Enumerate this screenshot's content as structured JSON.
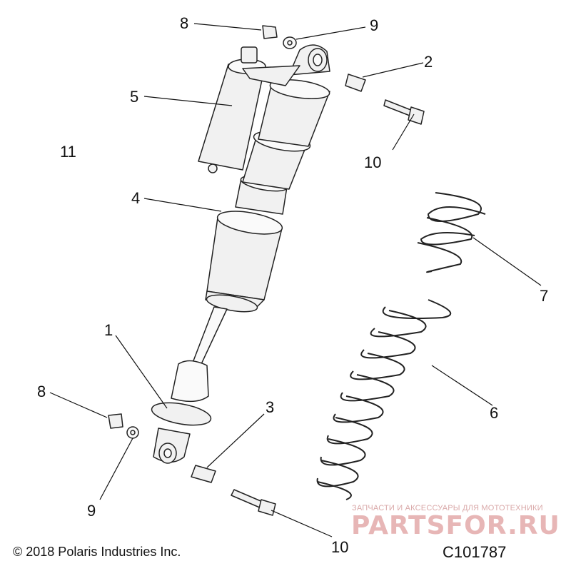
{
  "diagram": {
    "callouts": [
      {
        "id": "c8-top",
        "label": "8"
      },
      {
        "id": "c9-top",
        "label": "9"
      },
      {
        "id": "c2",
        "label": "2"
      },
      {
        "id": "c5",
        "label": "5"
      },
      {
        "id": "c11",
        "label": "11"
      },
      {
        "id": "c10-top",
        "label": "10"
      },
      {
        "id": "c4",
        "label": "4"
      },
      {
        "id": "c7",
        "label": "7"
      },
      {
        "id": "c1",
        "label": "1"
      },
      {
        "id": "c8-bottom",
        "label": "8"
      },
      {
        "id": "c3",
        "label": "3"
      },
      {
        "id": "c6",
        "label": "6"
      },
      {
        "id": "c9-bottom",
        "label": "9"
      },
      {
        "id": "c10-bottom",
        "label": "10"
      }
    ]
  },
  "footer": {
    "copyright": "© 2018 Polaris Industries Inc.",
    "figure_code": "C101787"
  },
  "watermark": {
    "subtitle": "ЗАПЧАСТИ И АКСЕССУАРЫ ДЛЯ МОТОТЕХНИКИ",
    "logo_text": "PARTSFOR.RU"
  }
}
